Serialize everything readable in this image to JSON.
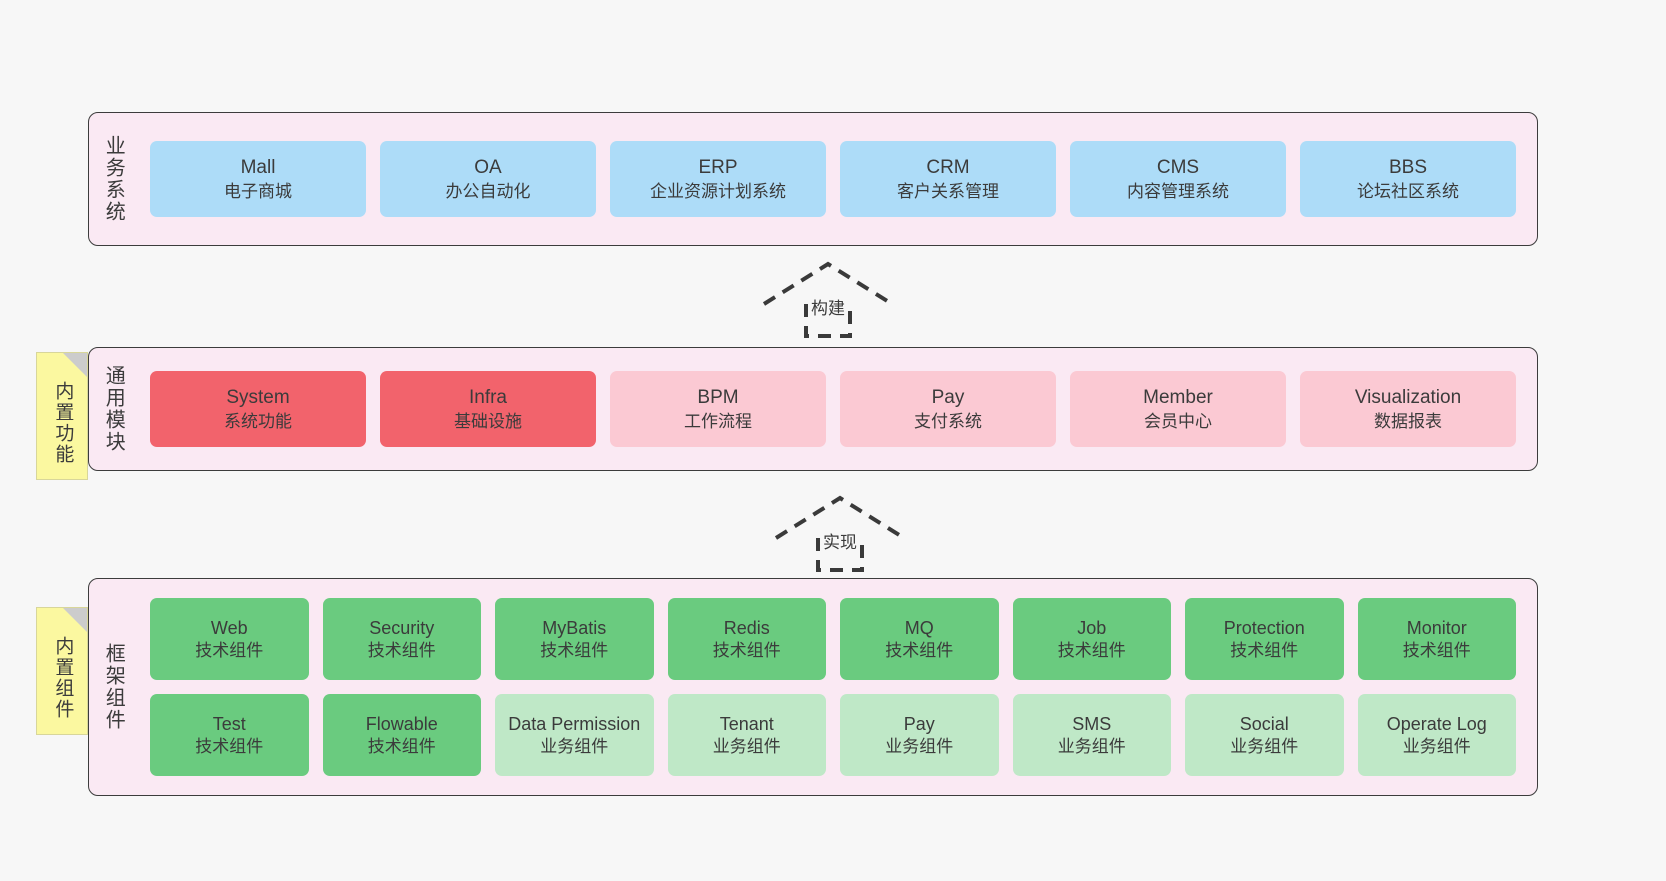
{
  "diagram": {
    "background": "#f7f7f7",
    "layer_fill": "#fae9f3",
    "layer_border": "#3c3c3c",
    "note_fill": "#fbf8a0",
    "colors": {
      "blue": "#addcf8",
      "red": "#f2636c",
      "pink": "#fbc9d3",
      "green": "#6acb7f",
      "light_green": "#bfe8c7"
    }
  },
  "layers": {
    "business": {
      "title": "业务系统",
      "items": [
        {
          "en": "Mall",
          "cn": "电子商城",
          "color": "blue"
        },
        {
          "en": "OA",
          "cn": "办公自动化",
          "color": "blue"
        },
        {
          "en": "ERP",
          "cn": "企业资源计划系统",
          "color": "blue"
        },
        {
          "en": "CRM",
          "cn": "客户关系管理",
          "color": "blue"
        },
        {
          "en": "CMS",
          "cn": "内容管理系统",
          "color": "blue"
        },
        {
          "en": "BBS",
          "cn": "论坛社区系统",
          "color": "blue"
        }
      ]
    },
    "common": {
      "title": "通用模块",
      "note": "内置功能",
      "items": [
        {
          "en": "System",
          "cn": "系统功能",
          "color": "red"
        },
        {
          "en": "Infra",
          "cn": "基础设施",
          "color": "red"
        },
        {
          "en": "BPM",
          "cn": "工作流程",
          "color": "pink"
        },
        {
          "en": "Pay",
          "cn": "支付系统",
          "color": "pink"
        },
        {
          "en": "Member",
          "cn": "会员中心",
          "color": "pink"
        },
        {
          "en": "Visualization",
          "cn": "数据报表",
          "color": "pink"
        }
      ]
    },
    "framework": {
      "title": "框架组件",
      "note": "内置组件",
      "row1": [
        {
          "en": "Web",
          "cn": "技术组件",
          "color": "green"
        },
        {
          "en": "Security",
          "cn": "技术组件",
          "color": "green"
        },
        {
          "en": "MyBatis",
          "cn": "技术组件",
          "color": "green"
        },
        {
          "en": "Redis",
          "cn": "技术组件",
          "color": "green"
        },
        {
          "en": "MQ",
          "cn": "技术组件",
          "color": "green"
        },
        {
          "en": "Job",
          "cn": "技术组件",
          "color": "green"
        },
        {
          "en": "Protection",
          "cn": "技术组件",
          "color": "green"
        },
        {
          "en": "Monitor",
          "cn": "技术组件",
          "color": "green"
        }
      ],
      "row2": [
        {
          "en": "Test",
          "cn": "技术组件",
          "color": "green"
        },
        {
          "en": "Flowable",
          "cn": "技术组件",
          "color": "green"
        },
        {
          "en": "Data Permission",
          "cn": "业务组件",
          "color": "lightgreen"
        },
        {
          "en": "Tenant",
          "cn": "业务组件",
          "color": "lightgreen"
        },
        {
          "en": "Pay",
          "cn": "业务组件",
          "color": "lightgreen"
        },
        {
          "en": "SMS",
          "cn": "业务组件",
          "color": "lightgreen"
        },
        {
          "en": "Social",
          "cn": "业务组件",
          "color": "lightgreen"
        },
        {
          "en": "Operate Log",
          "cn": "业务组件",
          "color": "lightgreen"
        }
      ]
    }
  },
  "arrows": {
    "build": "构建",
    "implement": "实现"
  }
}
